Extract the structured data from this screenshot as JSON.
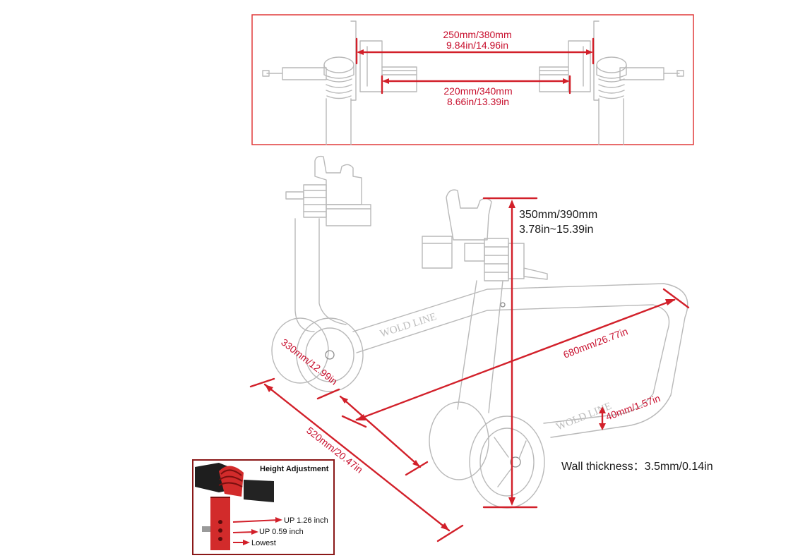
{
  "top_view": {
    "outer_width": {
      "line1": "250mm/380mm",
      "line2": "9.84in/14.96in"
    },
    "inner_width": {
      "line1": "220mm/340mm",
      "line2": "8.66in/13.39in"
    }
  },
  "main_view": {
    "height": {
      "line1": "350mm/390mm",
      "line2": "3.78in~15.39in"
    },
    "length": "680mm/26.77in",
    "width": "520mm/20.47in",
    "wheel_base": "330mm/12.99in",
    "tube_height": "40mm/1.57in",
    "wall_thickness": "Wall thickness：3.5mm/0.14in",
    "brand_mark": "WOLD LINE"
  },
  "inset": {
    "title": "Height Adjustment",
    "levels": [
      "UP 1.26 inch",
      "UP 0.59 inch",
      "Lowest"
    ]
  },
  "colors": {
    "accent_red": "#d2202a",
    "frame": "#d22b2b",
    "sketch": "#b9b9b9"
  }
}
